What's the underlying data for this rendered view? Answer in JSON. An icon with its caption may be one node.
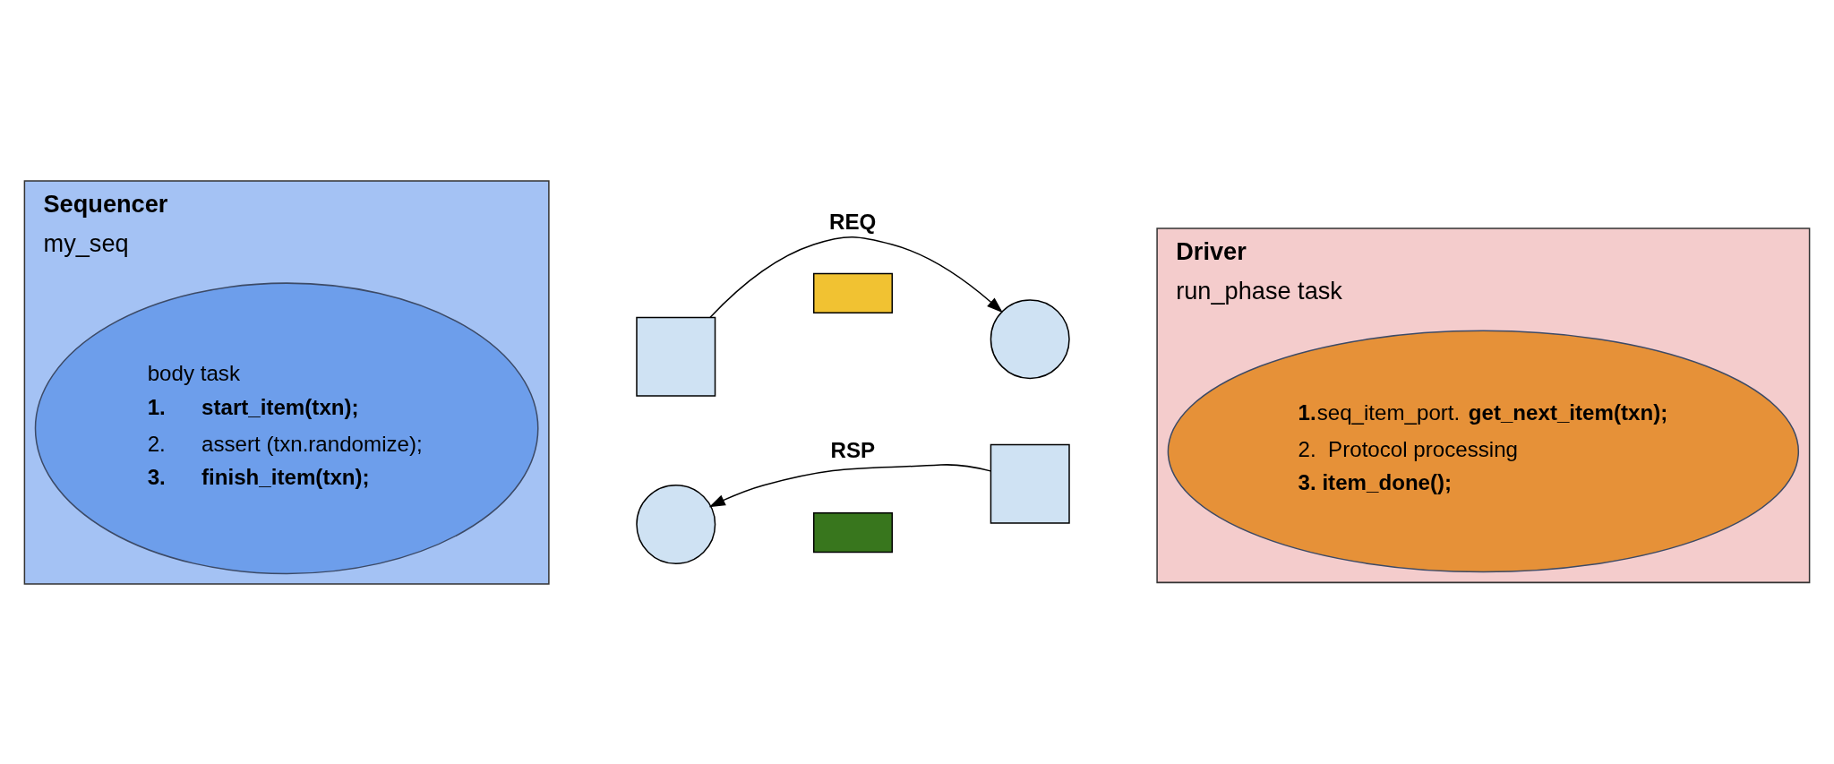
{
  "diagram": {
    "nodes": [
      {
        "text": [
          "Sequencer",
          "my_seq"
        ]
      },
      {
        "text": [
          "body task",
          "**1.      start_item(txn);**",
          "2.      assert (txn.randomize);",
          "**3.      finish_item(txn);**"
        ],
        "in": 0
      },
      {
        "text": [],
        "shape": "box"
      },
      {
        "text": [],
        "shape": "circle"
      },
      {
        "text": [
          "Driver",
          "run_phase task"
        ]
      },
      {
        "text": [
          "**1.**seq_item_port. **get_next_item(txn);**",
          "2.  Protocol processing",
          "**3. item_done();**"
        ],
        "in": 4
      },
      {
        "text": [],
        "shape": "box"
      },
      {
        "text": [],
        "shape": "circle"
      },
      {
        "text": [],
        "shape": "box"
      },
      {
        "text": [],
        "shape": "box"
      }
    ],
    "edges": [
      {
        "from": 2,
        "to": 3,
        "arrow": "to",
        "label": "REQ"
      },
      {
        "from": 6,
        "to": 7,
        "arrow": "to",
        "label": "RSP"
      }
    ]
  }
}
